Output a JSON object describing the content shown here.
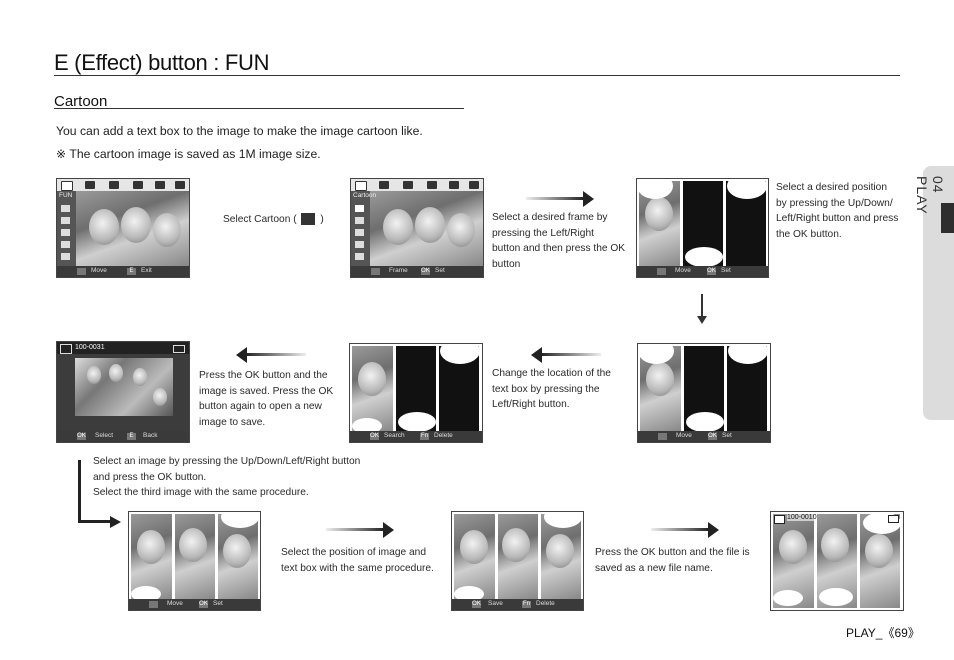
{
  "header": {
    "title": "E (Effect) button : FUN"
  },
  "section": {
    "subtitle": "Cartoon"
  },
  "intro": {
    "line1": "You can add a text box to the image to make the image cartoon like.",
    "line2": "※ The cartoon image is saved as 1M image size."
  },
  "side_tab": {
    "label": "04 PLAY"
  },
  "screens": {
    "s1": {
      "menu_title": "FUN",
      "bar": [
        "Move",
        "Exit"
      ],
      "keys": [
        "",
        "E"
      ]
    },
    "s2": {
      "menu_title": "Cartoon",
      "bar": [
        "Frame",
        "Set"
      ],
      "keys": [
        "",
        "OK"
      ]
    },
    "s3": {
      "bar": [
        "Move",
        "Set"
      ],
      "keys": [
        "",
        "OK"
      ]
    },
    "s4": {
      "bar": [
        "Move",
        "Set"
      ],
      "keys": [
        "",
        "OK"
      ]
    },
    "s5": {
      "bar": [
        "Search",
        "Delete"
      ],
      "keys": [
        "OK",
        "Fn"
      ]
    },
    "s6": {
      "file": "100-0031",
      "bar": [
        "Select",
        "Back"
      ],
      "keys": [
        "OK",
        "E"
      ]
    },
    "s7": {
      "bar": [
        "Move",
        "Set"
      ],
      "keys": [
        "",
        "OK"
      ]
    },
    "s8": {
      "bar": [
        "Save",
        "Delete"
      ],
      "keys": [
        "OK",
        "Fn"
      ]
    },
    "s9": {
      "file": "100-0010"
    }
  },
  "captions": {
    "c1": "Select Cartoon (",
    "c1_end": ")",
    "c2": [
      "Select a desired frame by",
      "pressing the Left/Right",
      "button and then press the OK",
      "button"
    ],
    "c3": [
      "Select a desired position",
      "by pressing the Up/Down/",
      "Left/Right button and press",
      "the OK button."
    ],
    "c4": [
      "Change the location of the",
      "text box by pressing the",
      "Left/Right button."
    ],
    "c5": [
      "Press the OK button and the",
      "image is saved. Press the OK",
      "button again to open a new",
      "image to save."
    ],
    "c6": [
      "Select an image by pressing the Up/Down/Left/Right button",
      "and press the OK button.",
      "Select the third image with the same procedure."
    ],
    "c7": [
      "Select the position of image and",
      "text box with the same procedure."
    ],
    "c8": [
      "Press the OK button and the file is",
      "saved as a new file name."
    ]
  },
  "footer": {
    "label": "PLAY_",
    "page": "69"
  }
}
